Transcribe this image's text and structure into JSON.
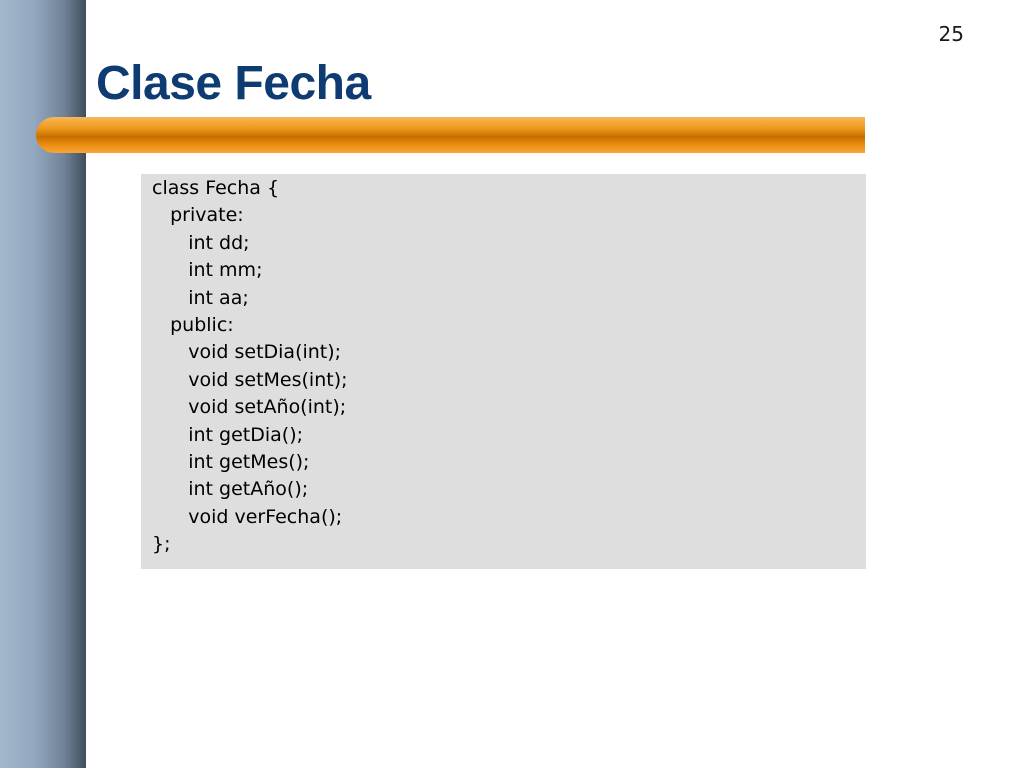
{
  "slide": {
    "page_number": "25",
    "title": "Clase Fecha",
    "code_lines": [
      "class Fecha {",
      "   private:",
      "      int dd;",
      "      int mm;",
      "      int aa;",
      "   public:",
      "      void setDia(int);",
      "      void setMes(int);",
      "      void setAño(int);",
      "      int getDia();",
      "      int getMes();",
      "      int getAño();",
      "      void verFecha();",
      "};"
    ]
  },
  "colors": {
    "title": "#0f3b73",
    "accent_bar": "#ef9a1d",
    "code_background": "#dedede",
    "side_bar": "#93a8bf"
  }
}
